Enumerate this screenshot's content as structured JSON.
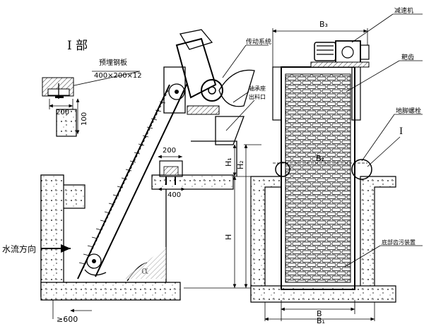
{
  "detail": {
    "title": "I 部",
    "plate_label": "预埋钢板",
    "plate_size": "400×200×12",
    "dim_width": "200",
    "dim_height": "100"
  },
  "side_view": {
    "drive_label": "传动系统",
    "brush_label": "轴承座",
    "outlet_label": "出料口",
    "flow_label": "水流方向",
    "dim_200": "200",
    "dim_400": "400",
    "dim_h1": "H₁",
    "dim_h2": "H₂",
    "dim_h": "H",
    "angle": "α",
    "dim_600": "≥600"
  },
  "front_view": {
    "reducer_label": "减速机",
    "rake_label": "耙齿",
    "bolt_label": "地脚螺栓",
    "section_marker": "I",
    "bottom_label": "底部齿污装置",
    "dim_b3": "B₃",
    "dim_b2": "B₂",
    "dim_b": "B",
    "dim_b1": "B₁"
  },
  "colors": {
    "line": "#000000",
    "fill": "#ffffff"
  }
}
